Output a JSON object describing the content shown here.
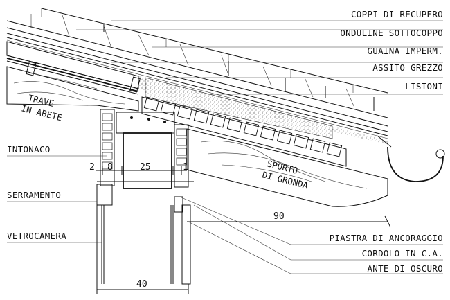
{
  "labels": {
    "coppi": "COPPI DI RECUPERO",
    "onduline": "ONDULINE SOTTOCOPPO",
    "guaina": "GUAINA IMPERM.",
    "assito": "ASSITO GREZZO",
    "listoni": "LISTONI",
    "intonaco": "INTONACO",
    "serramento": "SERRAMENTO",
    "vetrocamera": "VETROCAMERA",
    "piastra": "PIASTRA DI ANCORAGGIO",
    "cordolo": "CORDOLO IN C.A.",
    "ante": "ANTE DI OSCURO"
  },
  "timber_labels": {
    "trave_1": "TRAVE",
    "trave_2": "IN ABETE",
    "sporto_1": "SPORTO",
    "sporto_2": "DI GRONDA"
  },
  "dimensions": {
    "d2": "2",
    "d8": "8",
    "d25": "25",
    "d1": "1",
    "d90": "90",
    "d40": "40"
  }
}
